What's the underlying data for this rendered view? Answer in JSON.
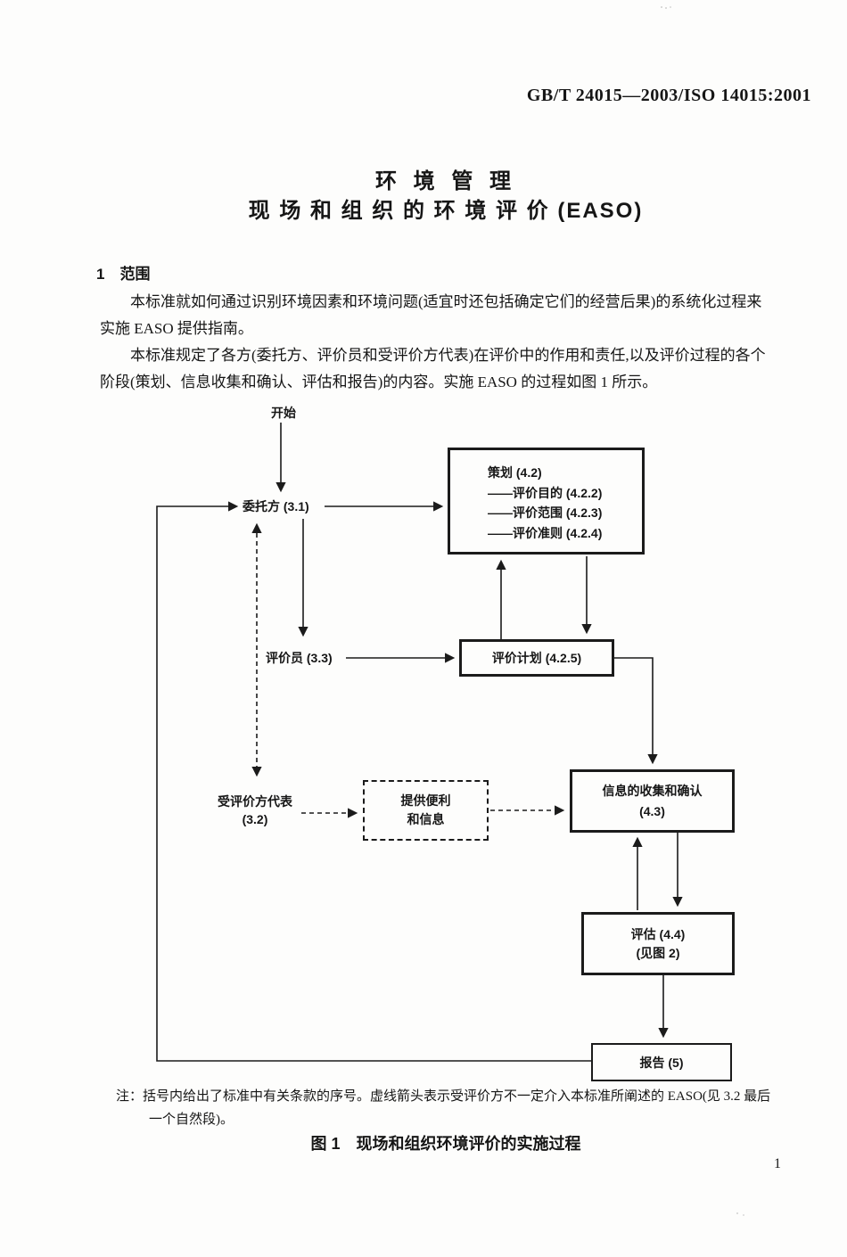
{
  "header": {
    "standard_code": "GB/T 24015—2003/ISO 14015:2001"
  },
  "title": {
    "line1": "环 境 管 理",
    "line2": "现 场 和 组 织 的 环 境 评 价 (EASO)"
  },
  "section1": {
    "heading": "1　范围"
  },
  "paragraphs": {
    "p1_line1": "本标准就如何通过识别环境因素和环境问题(适宜时还包括确定它们的经营后果)的系统化过程来",
    "p1_line2": "实施 EASO 提供指南。",
    "p2_line1": "本标准规定了各方(委托方、评价员和受评价方代表)在评价中的作用和责任,以及评价过程的各个",
    "p2_line2": "阶段(策划、信息收集和确认、评估和报告)的内容。实施 EASO 的过程如图 1 所示。"
  },
  "flowchart": {
    "start": "开始",
    "client": "委托方 (3.1)",
    "assessor": "评价员 (3.3)",
    "assessee_line1": "受评价方代表",
    "assessee_line2": "(3.2)",
    "planning": {
      "title": "策划 (4.2)",
      "item1": "——评价目的 (4.2.2)",
      "item2": "——评价范围 (4.2.3)",
      "item3": "——评价准则 (4.2.4)"
    },
    "plan": "评价计划 (4.2.5)",
    "facilitate_line1": "提供便利",
    "facilitate_line2": "和信息",
    "info_line1": "信息的收集和确认",
    "info_line2": "(4.3)",
    "evaluation_line1": "评估 (4.4)",
    "evaluation_line2": "(见图 2)",
    "report": "报告 (5)"
  },
  "note": {
    "line1": "注：括号内给出了标准中有关条款的序号。虚线箭头表示受评价方不一定介入本标准所阐述的 EASO(见 3.2 最后",
    "line2": "一个自然段)。"
  },
  "caption": "图 1　现场和组织环境评价的实施过程",
  "page_number": "1"
}
